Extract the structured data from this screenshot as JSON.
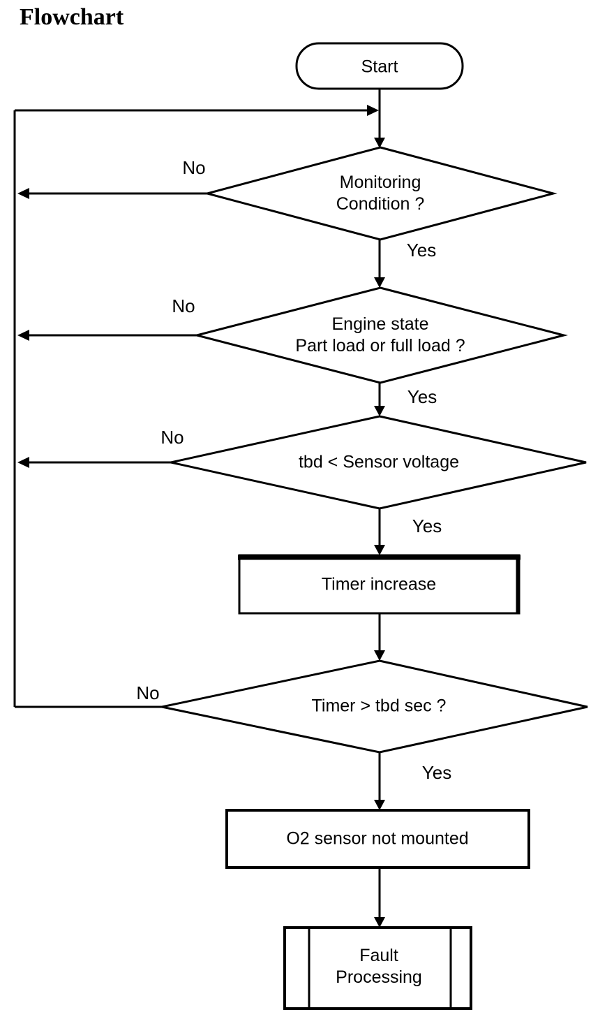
{
  "page_title": "Flowchart",
  "colors": {
    "ink": "#000000",
    "background": "#ffffff"
  },
  "nodes": {
    "start": {
      "type": "terminator",
      "label": "Start"
    },
    "monitoring": {
      "type": "decision",
      "label": "Monitoring\nCondition ?"
    },
    "engine_state": {
      "type": "decision",
      "label": "Engine state\nPart load or full load ?"
    },
    "sensor_voltage": {
      "type": "decision",
      "label": "tbd < Sensor voltage"
    },
    "timer_increase": {
      "type": "process",
      "label": "Timer increase"
    },
    "timer_check": {
      "type": "decision",
      "label": "Timer > tbd sec ?"
    },
    "o2_not_mounted": {
      "type": "process",
      "label": "O2 sensor not mounted"
    },
    "fault_processing": {
      "type": "predefined-process",
      "label": "Fault\nProcessing"
    }
  },
  "edge_labels": {
    "monitoring_no": "No",
    "monitoring_yes": "Yes",
    "engine_no": "No",
    "engine_yes": "Yes",
    "sensor_no": "No",
    "sensor_yes": "Yes",
    "timer_no": "No",
    "timer_yes": "Yes"
  }
}
